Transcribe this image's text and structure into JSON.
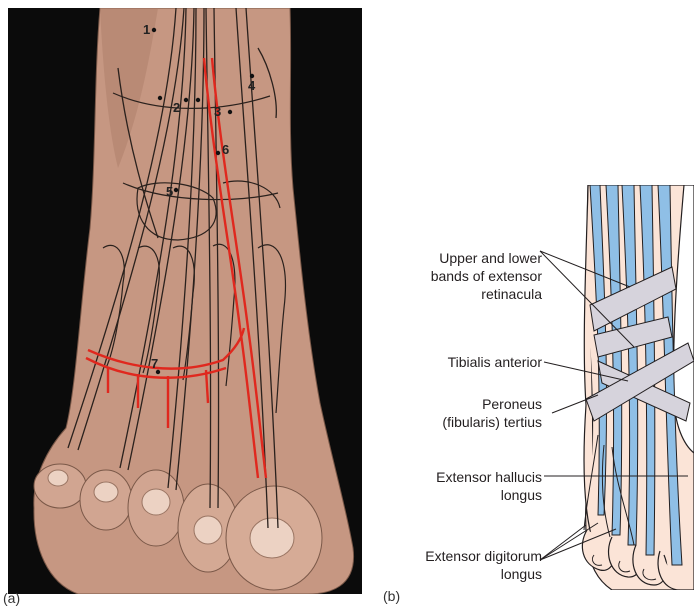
{
  "panel_a": {
    "caption": "(a)",
    "markers": [
      "1",
      "2",
      "3",
      "4",
      "5",
      "6",
      "7"
    ]
  },
  "panel_b": {
    "caption": "(b)",
    "labels": {
      "retinacula": [
        "Upper and lower",
        "bands of extensor",
        "retinacula"
      ],
      "tibialis": [
        "Tibialis anterior"
      ],
      "peroneus": [
        "Peroneus",
        "(fibularis)  tertius"
      ],
      "hallucis": [
        "Extensor hallucis",
        "longus"
      ],
      "digitorum": [
        "Extensor digitorum",
        "longus"
      ]
    }
  },
  "colors": {
    "photo_background": "#0b0b0b",
    "skin": "#c79a83",
    "tendon_outline": "#2a211d",
    "artery": "#e0281e",
    "tendon_blue": "#8fbfe6",
    "retinaculum_band": "#d6d3dc",
    "foot_skin_b": "#fbe3d6"
  }
}
